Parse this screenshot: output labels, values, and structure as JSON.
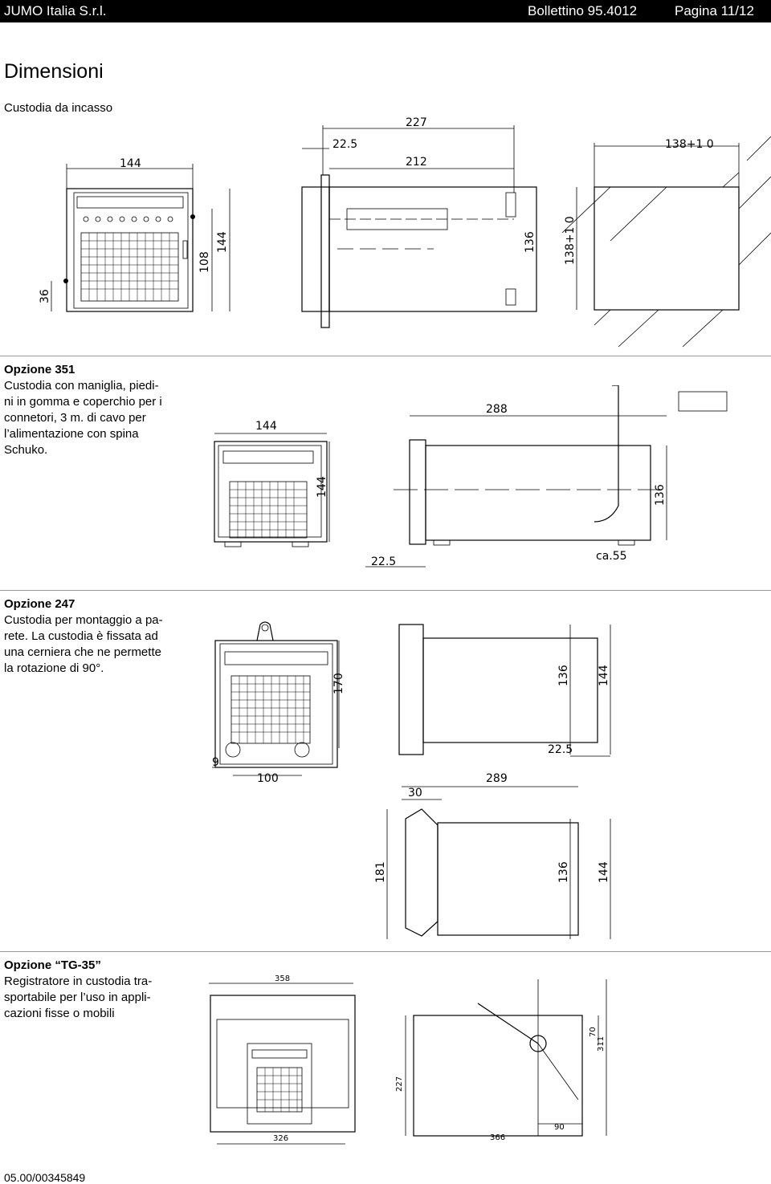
{
  "header": {
    "company": "JUMO Italia S.r.l.",
    "bulletin": "Bollettino 95.4012",
    "page": "Pagina 11/12"
  },
  "title": "Dimensioni",
  "subtitle": "Custodia da incasso",
  "sections": {
    "opt351": {
      "title": "Opzione 351",
      "lines": [
        "Custodia con maniglia, piedi-",
        "ni in gomma e coperchio per i",
        "connetori, 3 m. di cavo per",
        "l’alimentazione con spina",
        "Schuko."
      ]
    },
    "opt247": {
      "title": "Opzione 247",
      "lines": [
        "Custodia per montaggio a pa-",
        "rete. La custodia è fissata ad",
        "una cerniera che ne permette",
        "la rotazione di 90°."
      ]
    },
    "tg35": {
      "title": "Opzione “TG-35”",
      "lines": [
        "Registratore in custodia tra-",
        "sportabile per l’uso in appli-",
        "cazioni fisse o mobili"
      ]
    }
  },
  "dims": {
    "d1": {
      "w144": "144",
      "h144": "144",
      "h108": "108",
      "h36": "36",
      "l227": "227",
      "l22_5": "22.5",
      "l212": "212",
      "sq136": "136",
      "cut138w": "138+1 0",
      "cut138h": "138+1 0"
    },
    "d2": {
      "w144": "144",
      "h144": "144",
      "l288": "288",
      "sq136": "136",
      "l22_5": "22.5",
      "ca55": "ca.55"
    },
    "d3": {
      "h170": "170",
      "w9": "9",
      "w100": "100",
      "sq136": "136",
      "sq144": "144",
      "l22_5": "22.5"
    },
    "d4": {
      "l289": "289",
      "l30": "30",
      "h181": "181",
      "h136": "136",
      "h144": "144"
    },
    "d5": {
      "w358": "358",
      "w326": "326",
      "h227": "227",
      "l366": "366",
      "l90": "90",
      "h70": "70",
      "h311": "311"
    }
  },
  "footer": "05.00/00345849"
}
